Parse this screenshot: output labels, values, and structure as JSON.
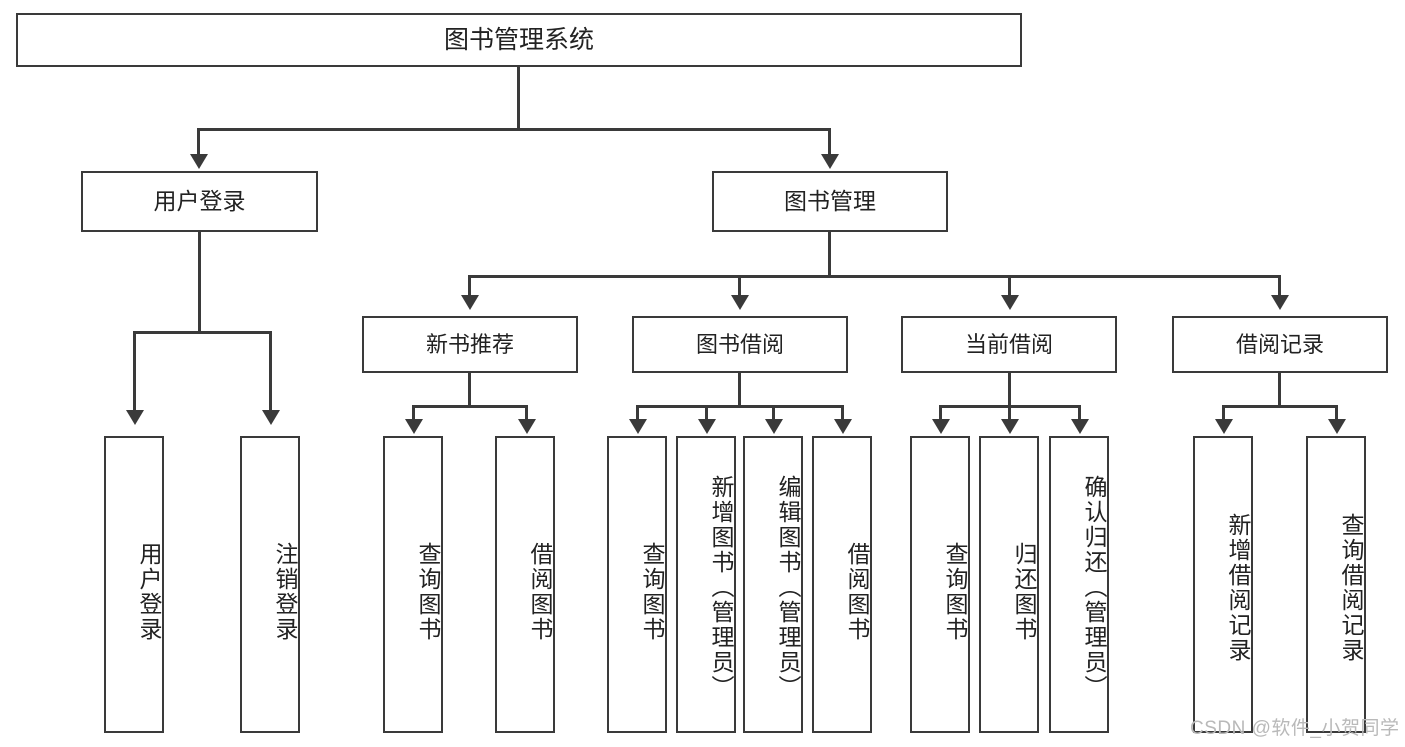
{
  "diagram": {
    "type": "tree-hierarchy-chart",
    "title": "图书管理系统",
    "root": {
      "id": "root",
      "label": "图书管理系统"
    },
    "level2": [
      {
        "id": "user-login",
        "label": "用户登录"
      },
      {
        "id": "book-manage",
        "label": "图书管理"
      }
    ],
    "level3": [
      {
        "id": "new-book-recommend",
        "label": "新书推荐"
      },
      {
        "id": "book-borrow",
        "label": "图书借阅"
      },
      {
        "id": "current-borrow",
        "label": "当前借阅"
      },
      {
        "id": "borrow-record",
        "label": "借阅记录"
      }
    ],
    "leaves": {
      "user_login": [
        {
          "id": "leaf-user-login",
          "label": "用户登录"
        },
        {
          "id": "leaf-logout",
          "label": "注销登录"
        }
      ],
      "new_book_recommend": [
        {
          "id": "leaf-query-book-1",
          "label": "查询图书"
        },
        {
          "id": "leaf-borrow-book-1",
          "label": "借阅图书"
        }
      ],
      "book_borrow": [
        {
          "id": "leaf-query-book-2",
          "label": "查询图书"
        },
        {
          "id": "leaf-add-book",
          "label": "新增图书（管理员）"
        },
        {
          "id": "leaf-edit-book",
          "label": "编辑图书（管理员）"
        },
        {
          "id": "leaf-borrow-book-2",
          "label": "借阅图书"
        }
      ],
      "current_borrow": [
        {
          "id": "leaf-query-book-3",
          "label": "查询图书"
        },
        {
          "id": "leaf-return-book",
          "label": "归还图书"
        },
        {
          "id": "leaf-confirm-return",
          "label": "确认归还（管理员）"
        }
      ],
      "borrow_record": [
        {
          "id": "leaf-add-record",
          "label": "新增借阅记录"
        },
        {
          "id": "leaf-query-record",
          "label": "查询借阅记录"
        }
      ]
    }
  },
  "watermark": {
    "text": "CSDN @软件_小贺同学"
  },
  "colors": {
    "background": "#ffffff",
    "box_border": "#3a3a3a",
    "box_fill": "#ffffff",
    "connector": "#3a3a3a",
    "text": "#222222",
    "watermark": "#b9b9b9"
  }
}
